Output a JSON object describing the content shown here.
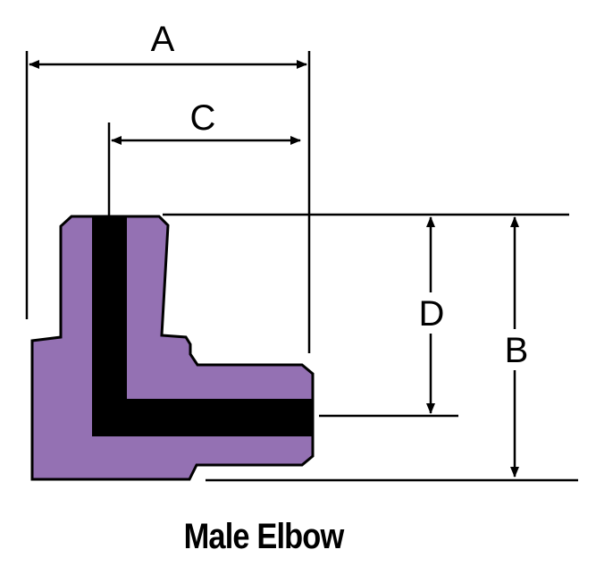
{
  "title": "Male Elbow",
  "dimensions": {
    "a": "A",
    "b": "B",
    "c": "C",
    "d": "D"
  },
  "colors": {
    "body": "#9471b3",
    "bore": "#000000",
    "outline": "#000000",
    "background": "#ffffff"
  }
}
